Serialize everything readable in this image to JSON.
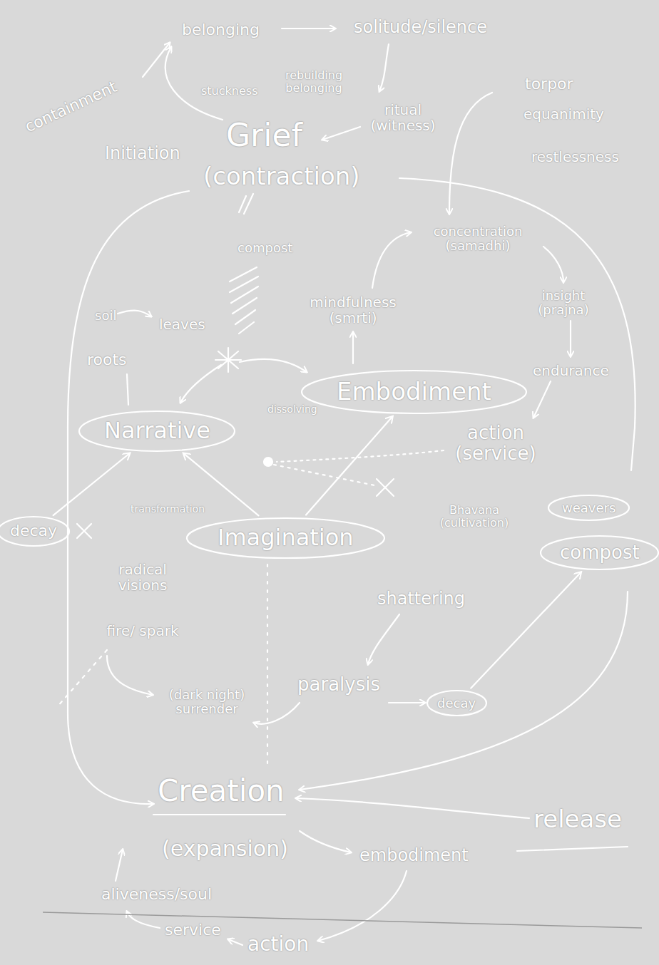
{
  "diagram": {
    "nodes": [
      {
        "text": [
          "Narrative"
        ]
      },
      {
        "text": [
          "Embodiment"
        ]
      },
      {
        "text": [
          "Imagination"
        ]
      },
      {
        "text": [
          "decay"
        ]
      },
      {
        "text": [
          "weavers"
        ]
      },
      {
        "text": [
          "compost"
        ]
      },
      {
        "text": [
          "decay"
        ]
      }
    ],
    "edges": [
      {
        "from": 2,
        "to": 1,
        "arrow": "to"
      },
      {
        "from": 2,
        "to": 0,
        "arrow": "to"
      },
      {
        "from": 3,
        "to": 0,
        "arrow": "to"
      },
      {
        "from": 6,
        "to": 5,
        "arrow": "to"
      }
    ],
    "labels": [
      "containment",
      "belonging",
      "solitude/silence",
      "stuckness",
      "rebuilding belonging",
      "ritual (witness)",
      "Initiation",
      "Grief",
      "(contraction)",
      "torpor",
      "equanimity",
      "restlessness",
      "compost",
      "soil",
      "leaves",
      "roots",
      "mindfulness (smrti)",
      "concentration (samadhi)",
      "insight (prajna)",
      "endurance",
      "action (service)",
      "dissolving",
      "transformation",
      "Bhavana (cultivation)",
      "radical visions",
      "fire/ spark",
      "shattering",
      "paralysis",
      "(dark night) surrender",
      "Creation",
      "(expansion)",
      "release",
      "embodiment",
      "aliveness/soul",
      "service",
      "action"
    ]
  }
}
